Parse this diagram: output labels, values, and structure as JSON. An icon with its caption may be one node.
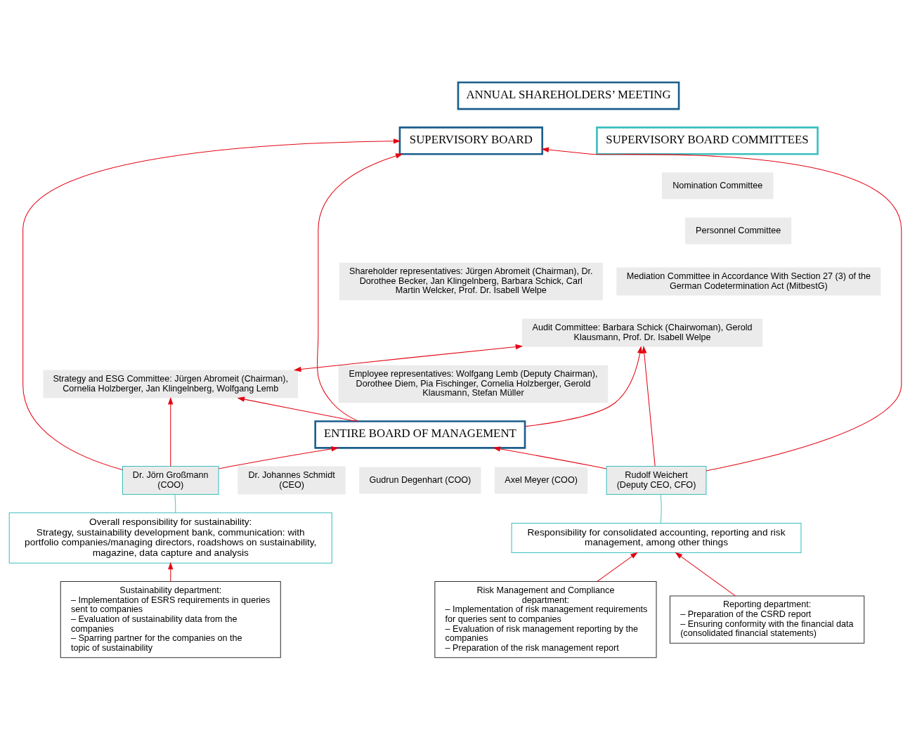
{
  "diagram": {
    "nodes": [
      {
        "text": [
          "ANNUAL SHAREHOLDERS’ MEETING"
        ]
      },
      {
        "text": [
          "SUPERVISORY BOARD"
        ]
      },
      {
        "text": [
          "SUPERVISORY BOARD COMMITTEES"
        ]
      },
      {
        "text": [
          "Shareholder representatives: Jürgen Abromeit (Chairman), Dr. Dorothee Becker, Jan Klingelnberg, Barbara Schick, Carl Martin Welcker, Prof. Dr. Isabell Welpe"
        ]
      },
      {
        "text": [
          "Employee representatives: Wolfgang Lemb (Deputy Chairman), Dorothee Diem, Pia Fischinger, Cornelia Holzberger, Gerold Klausmann, Stefan Müller"
        ]
      },
      {
        "text": [
          "Nomination Committee"
        ]
      },
      {
        "text": [
          "Personnel Committee"
        ]
      },
      {
        "text": [
          "Mediation Committee in Accordance With Section 27 (3) of the German Codetermination Act (MitbestG)"
        ]
      },
      {
        "text": [
          "Audit Committee: Barbara Schick (Chairwoman), Gerold Klausmann, Prof. Dr. Isabell Welpe"
        ]
      },
      {
        "text": [
          "Strategy and ESG Committee: Jürgen Abromeit (Chairman), Cornelia Holzberger, Jan Klingelnberg, Wolfgang Lemb"
        ]
      },
      {
        "text": [
          "ENTIRE BOARD OF MANAGEMENT"
        ]
      },
      {
        "text": [
          "Dr. Johannes Schmidt (CEO)"
        ]
      },
      {
        "text": [
          "Rudolf Weichert (Deputy CEO, CFO)"
        ]
      },
      {
        "text": [
          "Gudrun Degenhart (COO)"
        ]
      },
      {
        "text": [
          "Axel Meyer (COO)"
        ]
      },
      {
        "text": [
          "Dr. Jörn Großmann (COO)"
        ]
      },
      {
        "text": [
          "Responsibility for consolidated accounting, reporting and risk management, among other things"
        ]
      },
      {
        "text": [
          "Overall responsibility for sustainability:",
          "Strategy, sustainability development bank, communication: with portfolio companies/managing directors, roadshows on sustainability, magazine, data capture and analysis"
        ]
      },
      {
        "text": [
          "Risk Management and Compliance department:",
          "– Implementation of risk management requirements for queries sent to companies",
          "– Evaluation of risk management reporting by the companies",
          "– Preparation of the risk management report"
        ]
      },
      {
        "text": [
          "Reporting department:",
          "– Preparation of the CSRD report",
          "– Ensuring conformity with the financial data (consolidated financial statements)"
        ]
      },
      {
        "text": [
          "Sustainability department:",
          "– Implementation of ESRS requirements in queries sent to companies",
          "– Evaluation of sustainability data from the companies",
          "– Sparring partner for the companies on the topic of sustainability"
        ]
      }
    ],
    "edges": [
      {
        "from": 12,
        "to": 1,
        "arrow": "to"
      },
      {
        "from": 12,
        "to": 8,
        "arrow": "to"
      },
      {
        "from": 15,
        "to": 1,
        "arrow": "to"
      },
      {
        "from": 15,
        "to": 9,
        "arrow": "to"
      },
      {
        "from": 10,
        "to": 1,
        "arrow": "to"
      },
      {
        "from": 10,
        "to": 8,
        "arrow": "to"
      },
      {
        "from": 10,
        "to": 9,
        "arrow": "to"
      },
      {
        "from": 8,
        "to": 9,
        "arrow": "both"
      },
      {
        "from": 12,
        "to": 10,
        "arrow": "to"
      },
      {
        "from": 15,
        "to": 10,
        "arrow": "to"
      },
      {
        "from": 12,
        "to": 16,
        "arrow": "none",
        "color": "#5bc4bf"
      },
      {
        "from": 15,
        "to": 17,
        "arrow": "none",
        "color": "#5bc4bf"
      },
      {
        "from": 18,
        "to": 16,
        "arrow": "to"
      },
      {
        "from": 19,
        "to": 16,
        "arrow": "to"
      },
      {
        "from": 20,
        "to": 17,
        "arrow": "to"
      }
    ]
  }
}
